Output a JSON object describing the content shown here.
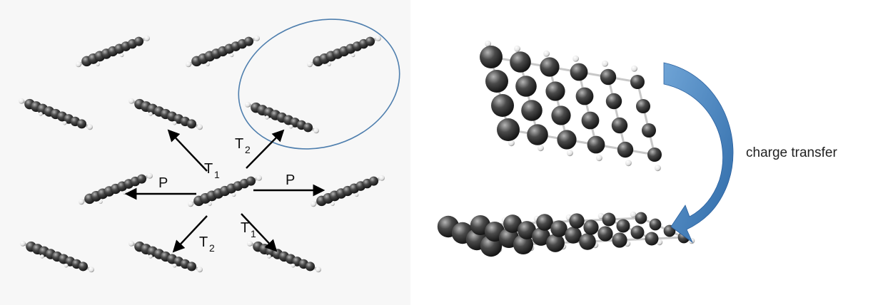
{
  "left_panel": {
    "labels": {
      "P": "P",
      "T": "T",
      "sub1": "1",
      "sub2": "2"
    },
    "background_color": "#f7f7f7",
    "ellipse_color": "#4f7fae"
  },
  "right_panel": {
    "charge_transfer_label": "charge transfer",
    "arrow_color": "#3d78b4"
  },
  "colors": {
    "carbon": "#4a4a4a",
    "hydrogen": "#ededed",
    "bond": "#cfcfcf",
    "arrow": "#000000"
  }
}
